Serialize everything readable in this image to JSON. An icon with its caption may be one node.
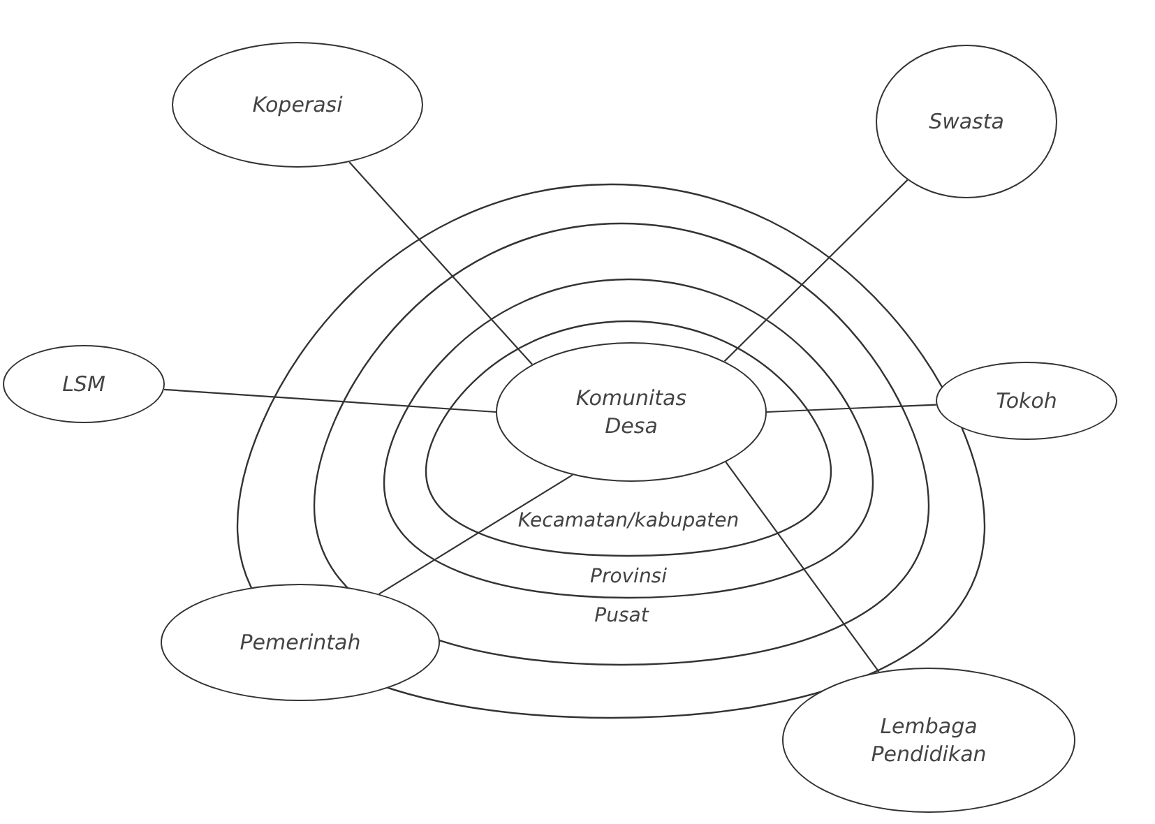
{
  "diagram": {
    "nodes": [
      {
        "text": [],
        "shape": "blob"
      },
      {
        "text": [
          "Pusat"
        ],
        "in": 0
      },
      {
        "text": [
          "Provinsi"
        ],
        "in": 1
      },
      {
        "text": [
          "Kecamatan/kabupaten"
        ],
        "in": 2
      },
      {
        "text": [
          "Komunitas Desa"
        ],
        "in": 3
      },
      {
        "text": [
          "Koperasi"
        ]
      },
      {
        "text": [
          "Swasta"
        ]
      },
      {
        "text": [
          "LSM"
        ]
      },
      {
        "text": [
          "Tokoh"
        ]
      },
      {
        "text": [
          "Pemerintah"
        ]
      },
      {
        "text": [
          "Lembaga Pendidikan"
        ]
      }
    ],
    "edges": [
      {
        "from": 5,
        "to": 4,
        "arrow": "none"
      },
      {
        "from": 6,
        "to": 4,
        "arrow": "none"
      },
      {
        "from": 7,
        "to": 4,
        "arrow": "none"
      },
      {
        "from": 8,
        "to": 4,
        "arrow": "none"
      },
      {
        "from": 9,
        "to": 4,
        "arrow": "none"
      },
      {
        "from": 10,
        "to": 4,
        "arrow": "none"
      }
    ]
  }
}
